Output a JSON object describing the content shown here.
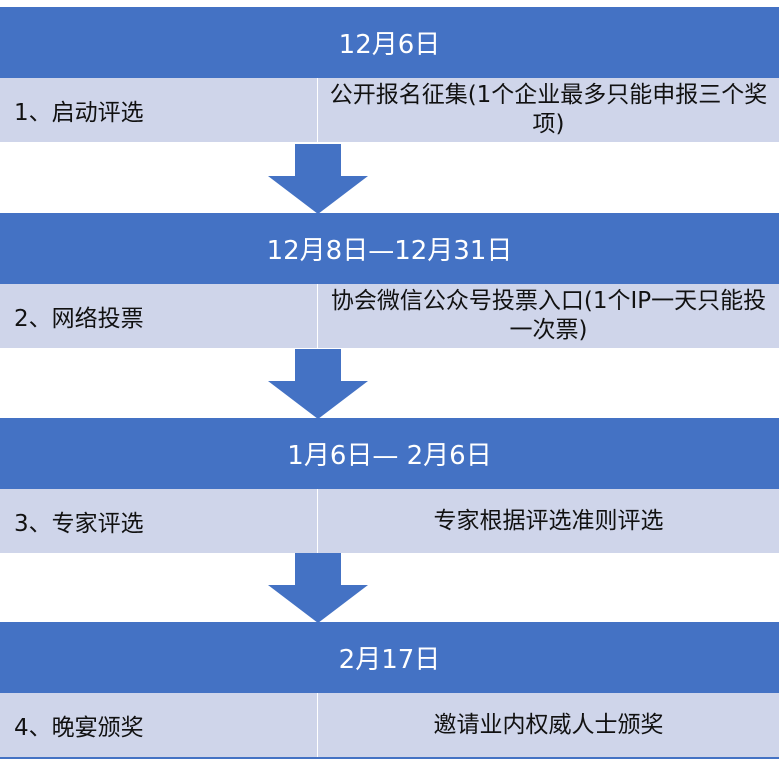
{
  "stages": [
    {
      "date": "12月6日",
      "step": "1、启动评选",
      "desc": "公开报名征集(1个企业最多只能申报三个奖项)"
    },
    {
      "date": "12月8日—12月31日",
      "step": "2、网络投票",
      "desc": "协会微信公众号投票入口(1个IP一天只能投一次票)"
    },
    {
      "date": "1月6日— 2月6日",
      "step": "3、专家评选",
      "desc": "专家根据评选准则评选"
    },
    {
      "date": "2月17日",
      "step": "4、晚宴颁奖",
      "desc": "邀请业内权威人士颁奖"
    }
  ],
  "colors": {
    "header": "#4472c4",
    "row": "#cfd5ea",
    "arrow": "#4472c4"
  }
}
